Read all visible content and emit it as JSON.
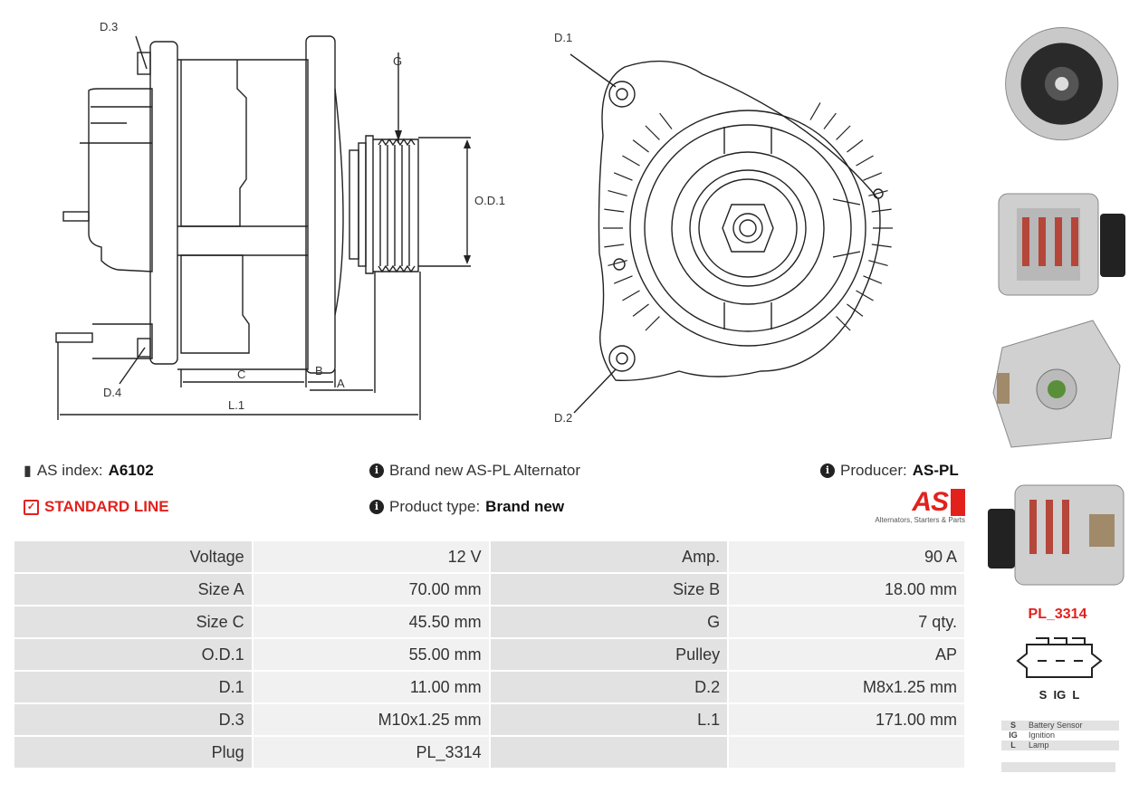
{
  "drawing": {
    "labels": {
      "d3": "D.3",
      "d4": "D.4",
      "g": "G",
      "od1": "O.D.1",
      "c": "C",
      "b": "B",
      "a": "A",
      "l1": "L.1",
      "d1": "D.1",
      "d2": "D.2"
    }
  },
  "info": {
    "as_index_label": "AS index:",
    "as_index_value": "A6102",
    "standard_line": "STANDARD LINE",
    "description": "Brand new AS-PL Alternator",
    "product_type_label": "Product type:",
    "product_type_value": "Brand new",
    "producer_label": "Producer:",
    "producer_value": "AS-PL",
    "logo_text": "AS",
    "logo_tagline": "Alternators, Starters & Parts"
  },
  "specs": [
    {
      "k1": "Voltage",
      "v1": "12 V",
      "k2": "Amp.",
      "v2": "90 A"
    },
    {
      "k1": "Size A",
      "v1": "70.00 mm",
      "k2": "Size B",
      "v2": "18.00 mm"
    },
    {
      "k1": "Size C",
      "v1": "45.50 mm",
      "k2": "G",
      "v2": "7 qty."
    },
    {
      "k1": "O.D.1",
      "v1": "55.00 mm",
      "k2": "Pulley",
      "v2": "AP"
    },
    {
      "k1": "D.1",
      "v1": "11.00 mm",
      "k2": "D.2",
      "v2": "M8x1.25 mm"
    },
    {
      "k1": "D.3",
      "v1": "M10x1.25 mm",
      "k2": "L.1",
      "v2": "171.00 mm"
    },
    {
      "k1": "Plug",
      "v1": "PL_3314",
      "k2": "",
      "v2": ""
    }
  ],
  "plug": {
    "code": "PL_3314",
    "pins": "S  IG  L",
    "legend": [
      {
        "code": "S",
        "text": "Battery Sensor"
      },
      {
        "code": "IG",
        "text": "Ignition"
      },
      {
        "code": "L",
        "text": "Lamp"
      }
    ]
  },
  "colors": {
    "accent": "#e2211c",
    "table_key": "#e2e2e2",
    "table_value": "#f1f1f1"
  }
}
